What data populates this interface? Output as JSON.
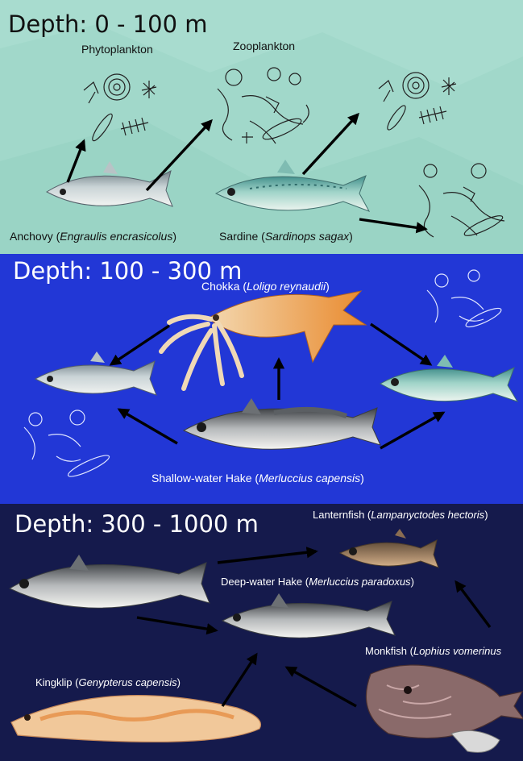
{
  "colors": {
    "section1_bg": "#a8dccf",
    "section2_bg": "#2237d6",
    "section3_bg": "#151a4c",
    "arrow": "#000000"
  },
  "sections": [
    {
      "title": "Depth: 0 - 100 m",
      "labels": {
        "phytoplankton": "Phytoplankton",
        "zooplankton": "Zooplankton",
        "anchovy_common": "Anchovy (",
        "anchovy_sci": "Engraulis encrasicolus",
        "anchovy_close": ")",
        "sardine_common": "Sardine (",
        "sardine_sci": "Sardinops sagax",
        "sardine_close": ")"
      }
    },
    {
      "title": "Depth: 100 - 300 m",
      "labels": {
        "chokka_common": "Chokka (",
        "chokka_sci": "Loligo reynaudii",
        "chokka_close": ")",
        "hake_common": "Shallow-water Hake (",
        "hake_sci": "Merluccius capensis",
        "hake_close": ")"
      }
    },
    {
      "title": "Depth: 300 - 1000 m",
      "labels": {
        "lantern_common": "Lanternfish (",
        "lantern_sci": "Lampanyctodes hectoris",
        "lantern_close": ")",
        "deephake_common": "Deep-water Hake (",
        "deephake_sci": "Merluccius paradoxus",
        "deephake_close": ")",
        "monk_common": "Monkfish (",
        "monk_sci": "Lophius vomerinus",
        "king_common": "Kingklip (",
        "king_sci": "Genypterus capensis",
        "king_close": ")"
      }
    }
  ],
  "icons": [
    "phytoplankton-illustration",
    "zooplankton-illustration",
    "anchovy-illustration",
    "sardine-illustration",
    "squid-illustration",
    "hake-illustration",
    "lanternfish-illustration",
    "kingklip-illustration",
    "monkfish-illustration"
  ]
}
